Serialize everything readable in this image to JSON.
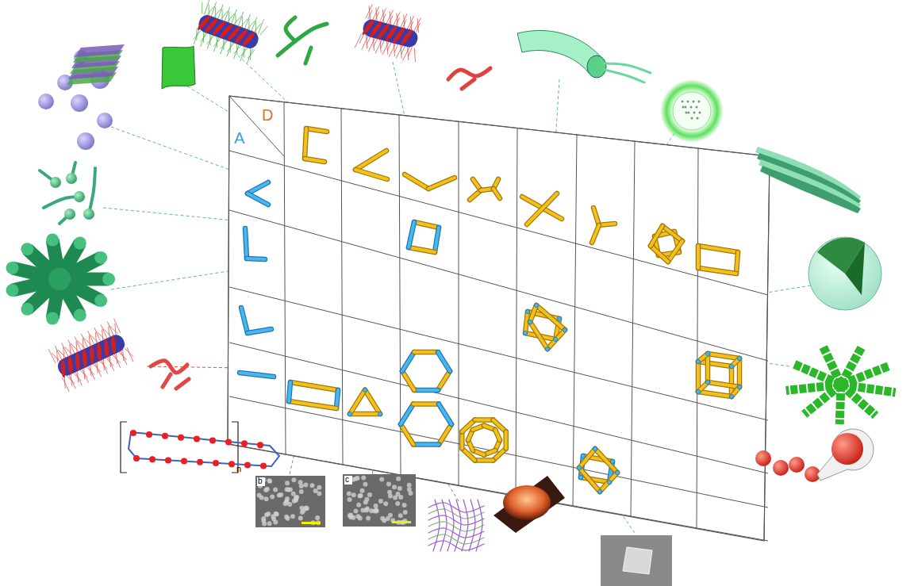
{
  "diagram": {
    "labels": [
      "D",
      "A",
      "b",
      "c",
      "n"
    ]
  }
}
